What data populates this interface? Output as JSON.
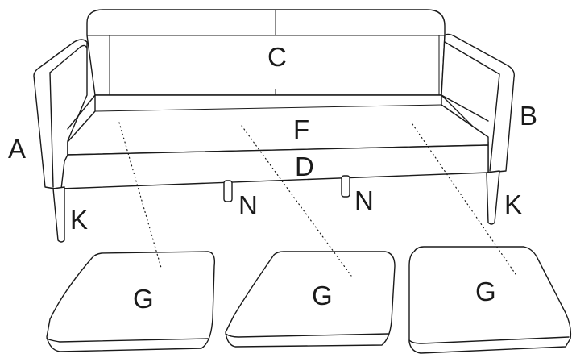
{
  "diagram": {
    "labels": {
      "armrest_left": "A",
      "armrest_right": "B",
      "backrest": "C",
      "base": "D",
      "seat_deck": "F",
      "cushion_left": "G",
      "cushion_middle": "G",
      "cushion_right": "G",
      "leg_left": "K",
      "leg_right": "K",
      "center_leg_left": "N",
      "center_leg_right": "N"
    },
    "line_color": "#1a1a1a",
    "background": "#ffffff"
  }
}
